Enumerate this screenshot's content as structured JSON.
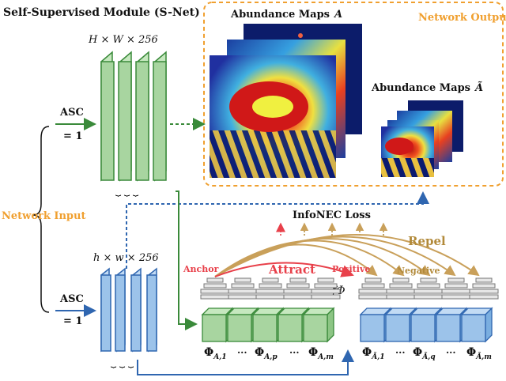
{
  "title": "Self-Supervised Module (S-Net)",
  "network_input_label": "Network Input",
  "network_output_label": "Network Output",
  "asc_label": "ASC",
  "asc_value": "= 1",
  "hi_res_dims": "H × W × 256",
  "lo_res_dims": "h × w × 256",
  "abundance_maps_label": "Abundance Maps",
  "abundance_symbol": "A",
  "abundance_symbol_tilde": "Ã",
  "loss_label": "InfoNEC Loss",
  "repel_label": "Repel",
  "attract_label": "Attract",
  "anchor_label": "Anchor",
  "positive_label": "Positive",
  "negative_label": "Negative",
  "projection_symbol": "fΦ",
  "ellipsis": "···",
  "feature_labels": {
    "a1": "Φ",
    "a1_sub": "A,1",
    "ap": "Φ",
    "ap_sub": "A,p",
    "am": "Φ",
    "am_sub": "A,m",
    "b1": "Φ",
    "b1_sub": "Ã,1",
    "bq": "Φ",
    "bq_sub": "Ã,q",
    "bm": "Φ",
    "bm_sub": "Ã,m"
  },
  "colors": {
    "green_block": "#a8d5a0",
    "green_edge": "#3a8a3a",
    "blue_block": "#9cc3ea",
    "blue_edge": "#2f66b0",
    "orange": "#f0a030",
    "repel": "#c9a05a",
    "attract": "#e8404a",
    "loss_arrow": "#b28a3a"
  }
}
